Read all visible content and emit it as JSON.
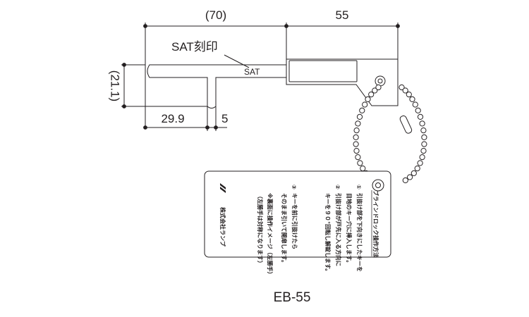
{
  "dimensions": {
    "overall_length": "(70)",
    "holder_length": "55",
    "height": "(21.1)",
    "shaft_length": "29.9",
    "thickness": "5"
  },
  "annotation": {
    "marking_label": "SAT刻印",
    "engraving": "SAT"
  },
  "tag": {
    "title": "ブラインドロック操作方法",
    "step1_num": "①",
    "step1_line1": "引抜け部を下向きにしたキーを",
    "step1_line2": "目地のキー穴に挿入します。",
    "step2_num": "②",
    "step2_line1": "引抜け部が戸先に入る方向に",
    "step2_line2": "キーを９０°回転し解錠します。",
    "step3_num": "③",
    "step3_line1": "キーを前に引抜けたら",
    "step3_line2": "そのまま引いて開扉します。",
    "note1": "※裏面に操作イメージ（左勝手）",
    "note2": "（左勝手は対称になります）",
    "brand": "株式会社ランプ"
  },
  "model": "EB-55"
}
